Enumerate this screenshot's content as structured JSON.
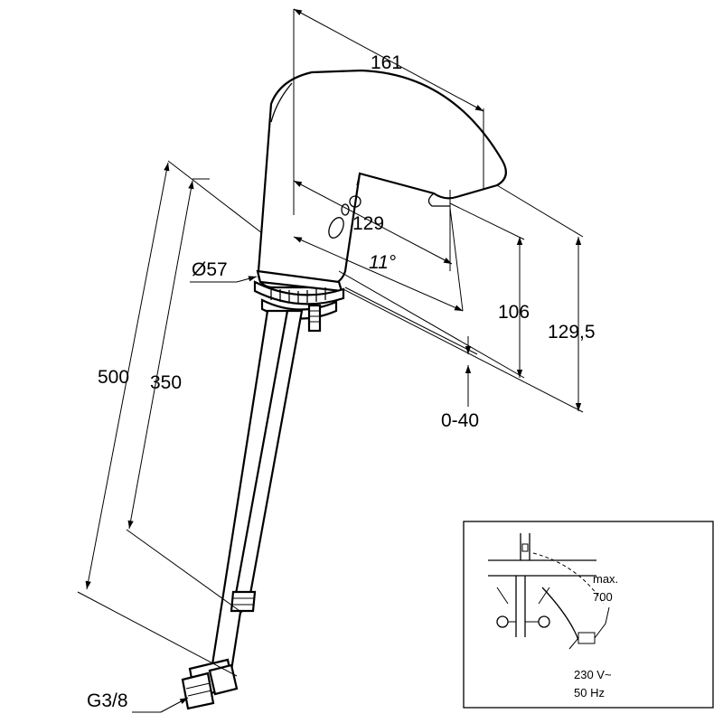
{
  "dimensions": {
    "width_161": "161",
    "reach_129": "129",
    "angle": "11°",
    "spout_height": "106",
    "total_height": "129,5",
    "adjust_range": "0-40",
    "diameter": "Ø57",
    "hose_length": "500",
    "hose_length_2": "350",
    "thread": "G3/8"
  },
  "inset": {
    "max_label": "max.",
    "max_value": "700",
    "voltage": "230 V~",
    "frequency": "50 Hz"
  }
}
